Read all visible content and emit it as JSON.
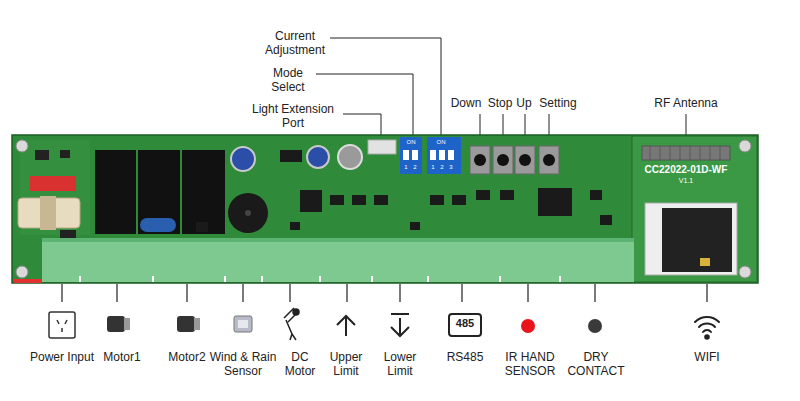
{
  "diagram": {
    "labels": [
      "Current Adjustment",
      "Mode Select",
      "Light Extension Port",
      "Down",
      "Stop",
      "Up",
      "Setting",
      "RF Antenna",
      "ON",
      "1",
      "2",
      "ON",
      "1",
      "2",
      "3",
      "CC22022-01D-WF",
      "V1.1",
      "Power Input",
      "Motor1",
      "Motor2",
      "Wind & Rain Sensor",
      "DC Motor",
      "Upper Limit",
      "Lower Limit",
      "485",
      "RS485",
      "IR HAND SENSOR",
      "DRY CONTACT",
      "WIFI"
    ]
  }
}
